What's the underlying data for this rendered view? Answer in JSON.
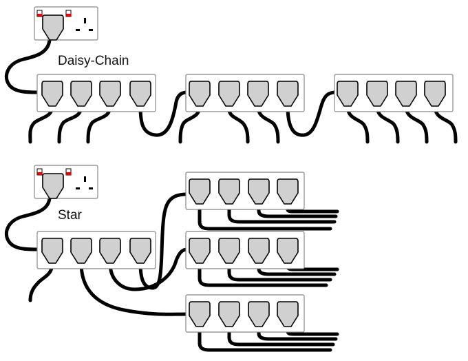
{
  "diagram": {
    "labels": {
      "daisy_chain": "Daisy-Chain",
      "star": "Star"
    },
    "colors": {
      "background": "#ffffff",
      "strip_fill": "#ffffff",
      "strip_border": "#888888",
      "plug_fill": "#d0d0d0",
      "plug_border": "#000000",
      "cable": "#000000",
      "switch_indicator": "#e00000"
    },
    "sections": [
      {
        "name": "daisy-chain",
        "wall_sockets": 1,
        "extension_strips": 3,
        "outlets_per_strip": 4
      },
      {
        "name": "star",
        "wall_sockets": 1,
        "extension_strips": 4,
        "outlets_per_strip": 4
      }
    ]
  }
}
